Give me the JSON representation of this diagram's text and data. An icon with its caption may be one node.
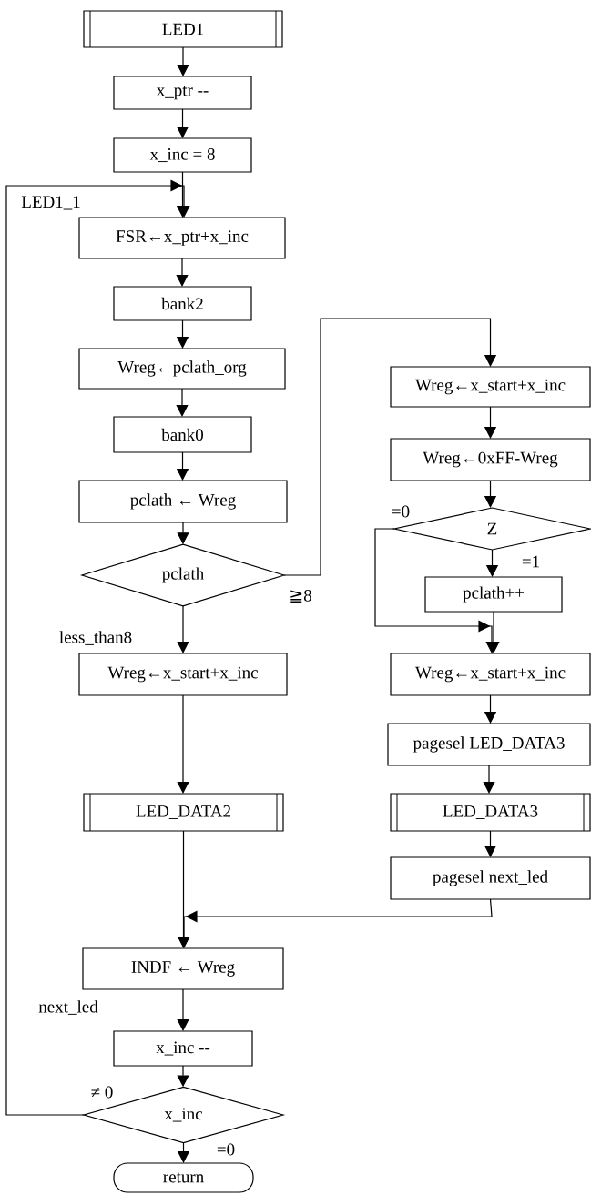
{
  "diagram": {
    "nodes": [
      {
        "text": [
          "LED1"
        ]
      },
      {
        "text": [
          "x_ptr --"
        ]
      },
      {
        "text": [
          "x_inc = 8"
        ]
      },
      {
        "text": [
          "FSR←x_ptr+x_inc"
        ]
      },
      {
        "text": [
          "bank2"
        ]
      },
      {
        "text": [
          "Wreg←pclath_org"
        ]
      },
      {
        "text": [
          "bank0"
        ]
      },
      {
        "text": [
          "pclath ← Wreg"
        ]
      },
      {
        "text": [
          "pclath"
        ]
      },
      {
        "text": [
          "Wreg←x_start+x_inc"
        ]
      },
      {
        "text": [
          "LED_DATA2"
        ]
      },
      {
        "text": [
          "INDF ← Wreg"
        ]
      },
      {
        "text": [
          "x_inc --"
        ]
      },
      {
        "text": [
          "x_inc"
        ]
      },
      {
        "text": [
          "return"
        ]
      },
      {
        "text": [
          "Wreg←x_start+x_inc"
        ]
      },
      {
        "text": [
          "Wreg←0xFF-Wreg"
        ]
      },
      {
        "text": [
          "Z"
        ]
      },
      {
        "text": [
          "pclath++"
        ]
      },
      {
        "text": [
          "Wreg←x_start+x_inc"
        ]
      },
      {
        "text": [
          "pagesel LED_DATA3"
        ]
      },
      {
        "text": [
          "LED_DATA3"
        ]
      },
      {
        "text": [
          "pagesel next_led"
        ]
      }
    ],
    "edges": [
      {
        "from": 0,
        "to": 1,
        "arrow": "to"
      },
      {
        "from": 1,
        "to": 2,
        "arrow": "to"
      },
      {
        "from": 2,
        "to": 3,
        "arrow": "to"
      },
      {
        "from": 3,
        "to": 4,
        "arrow": "to"
      },
      {
        "from": 4,
        "to": 5,
        "arrow": "to"
      },
      {
        "from": 5,
        "to": 6,
        "arrow": "to"
      },
      {
        "from": 6,
        "to": 7,
        "arrow": "to"
      },
      {
        "from": 7,
        "to": 8,
        "arrow": "to"
      },
      {
        "from": 8,
        "to": 9,
        "arrow": "to"
      },
      {
        "from": 9,
        "to": 10,
        "arrow": "to"
      },
      {
        "from": 10,
        "to": 11,
        "arrow": "to"
      },
      {
        "from": 11,
        "to": 12,
        "arrow": "to"
      },
      {
        "from": 12,
        "to": 13,
        "arrow": "to"
      },
      {
        "from": 13,
        "to": 3,
        "arrow": "to",
        "label": "≠ 0"
      },
      {
        "from": 13,
        "to": 14,
        "arrow": "to",
        "label": "=0"
      },
      {
        "from": 8,
        "to": 15,
        "arrow": "to",
        "label": "≧8"
      },
      {
        "from": 15,
        "to": 16,
        "arrow": "to"
      },
      {
        "from": 16,
        "to": 17,
        "arrow": "to"
      },
      {
        "from": 17,
        "to": 18,
        "arrow": "to",
        "label": "=1"
      },
      {
        "from": 17,
        "to": 19,
        "arrow": "to",
        "label": "=0"
      },
      {
        "from": 18,
        "to": 19,
        "arrow": "to"
      },
      {
        "from": 19,
        "to": 20,
        "arrow": "to"
      },
      {
        "from": 20,
        "to": 21,
        "arrow": "to"
      },
      {
        "from": 21,
        "to": 22,
        "arrow": "to"
      },
      {
        "from": 22,
        "to": 11,
        "arrow": "to"
      }
    ],
    "labels": [
      "LED1_1",
      "less_than8",
      "next_led"
    ]
  }
}
